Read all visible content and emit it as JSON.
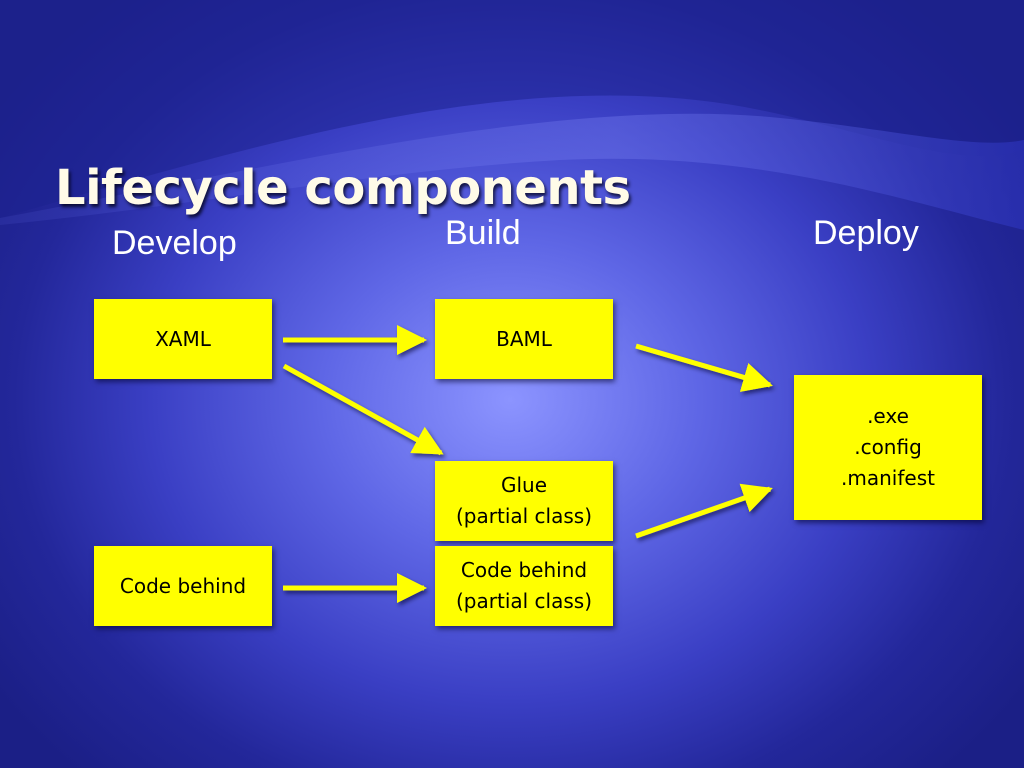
{
  "slide": {
    "title": "Lifecycle components"
  },
  "columns": {
    "develop": "Develop",
    "build": "Build",
    "deploy": "Deploy"
  },
  "boxes": {
    "xaml": {
      "lines": [
        "XAML"
      ]
    },
    "code_behind_source": {
      "lines": [
        "Code behind"
      ]
    },
    "baml": {
      "lines": [
        "BAML"
      ]
    },
    "glue": {
      "lines": [
        "Glue",
        "(partial class)"
      ]
    },
    "code_behind_partial": {
      "lines": [
        "Code behind",
        "(partial class)"
      ]
    },
    "output": {
      "lines": [
        ".exe",
        ".config",
        ".manifest"
      ]
    }
  },
  "colors": {
    "box_fill": "#ffff00",
    "arrow": "#ffff00",
    "background_center": "#8c94ff",
    "background_edge": "#1b1f86"
  }
}
